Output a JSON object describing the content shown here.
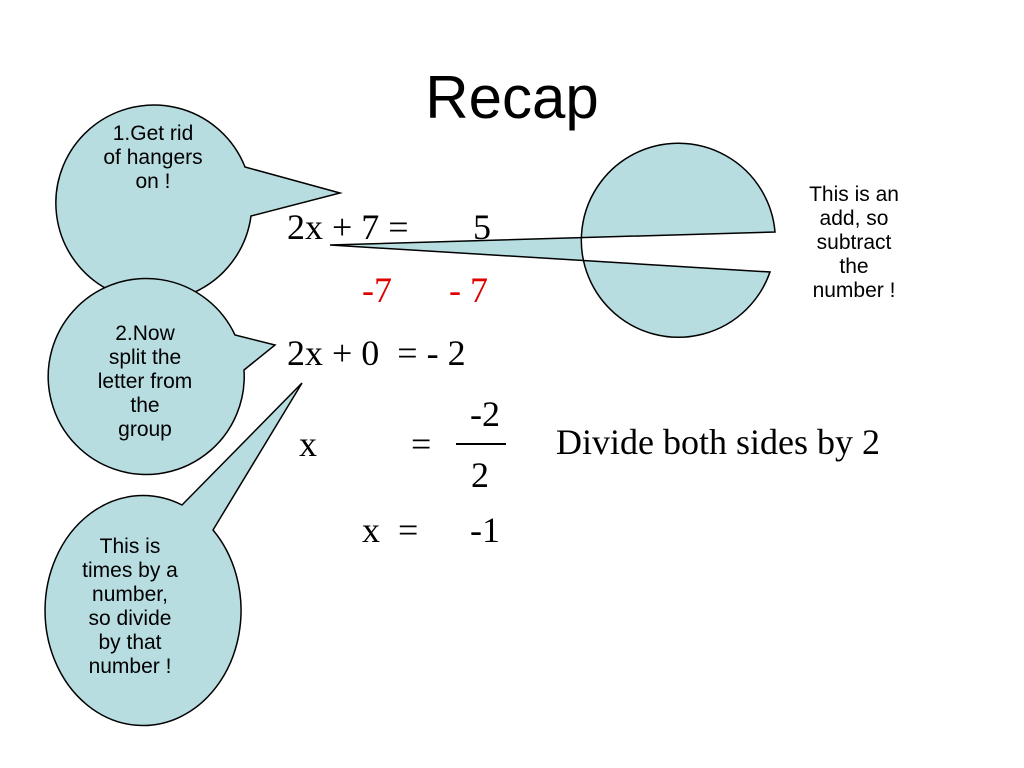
{
  "slide": {
    "title": "Recap"
  },
  "equations": {
    "line1_left": "2x + 7 =",
    "line1_right": "5",
    "line2_left": "-7",
    "line2_right": "- 7",
    "line3": "2x + 0  = - 2",
    "line4_x": "x",
    "line4_eq": "=",
    "line4_numerator": "-2",
    "line4_denominator": "2",
    "line4_note": "Divide both sides by 2",
    "line5_left": "x  =",
    "line5_right": "-1"
  },
  "bubbles": {
    "step1": "1.Get rid\nof hangers\non !",
    "add_tip": "This is an\nadd, so\nsubtract\nthe\nnumber !",
    "step2": "2.Now\nsplit the\nletter from\nthe\ngroup",
    "times_tip": "This is\ntimes by a\nnumber,\nso divide\nby that\nnumber !"
  },
  "colors": {
    "bubble_fill": "#b7dde0",
    "bubble_stroke": "#000000",
    "subtract_red": "#e00000"
  }
}
